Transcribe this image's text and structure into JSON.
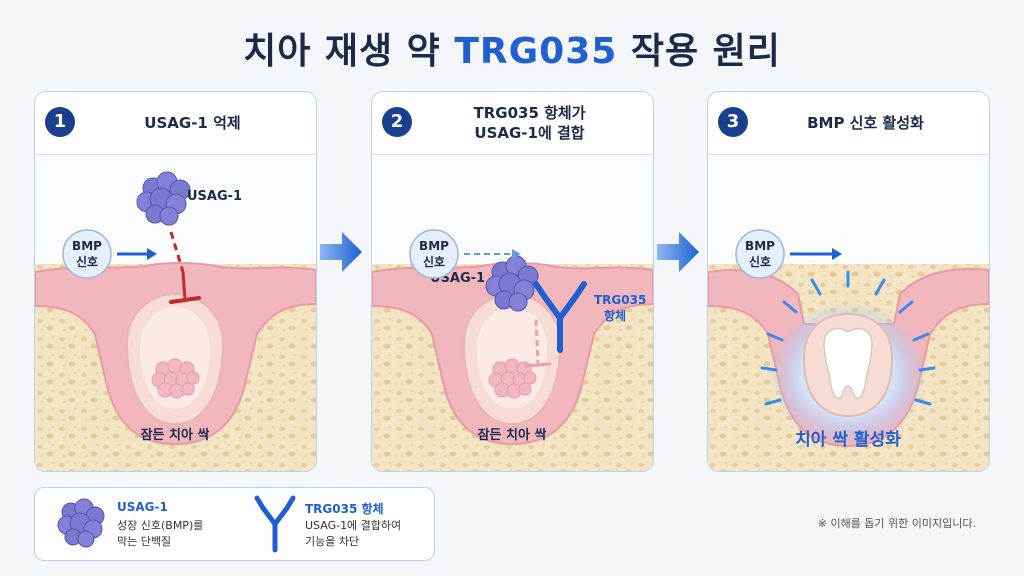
{
  "title": {
    "prefix": "치아 재생 약 ",
    "accent": "TRG035",
    "suffix": " 작용 원리"
  },
  "panels": [
    {
      "number": "1",
      "header": [
        "USAG-1 억제"
      ],
      "usag_label": "USAG-1",
      "bmp_label": [
        "BMP",
        "신호"
      ],
      "caption": "잠든 치아 싹"
    },
    {
      "number": "2",
      "header": [
        "TRG035 항체가",
        "USAG-1에 결합"
      ],
      "usag_label": "USAG-1",
      "antibody_label": [
        "TRG035",
        "항체"
      ],
      "bmp_label": [
        "BMP",
        "신호"
      ],
      "caption": "잠든 치아 싹"
    },
    {
      "number": "3",
      "header": [
        "BMP 신호 활성화"
      ],
      "bmp_label": [
        "BMP",
        "신호"
      ],
      "caption": "치아 싹 활성화"
    }
  ],
  "legend": [
    {
      "title": "USAG-1",
      "desc": [
        "성장 신호(BMP)를",
        "막는 단백질"
      ]
    },
    {
      "title": "TRG035 항체",
      "desc": [
        "USAG-1에 결합하여",
        "기능을 차단"
      ]
    }
  ],
  "note": "※ 이해를 돕기 위한 이미지입니다.",
  "colors": {
    "accent": "#1f5fd1",
    "navy": "#1b3f8f",
    "gum": "#f2b6bd",
    "bone": "#f3e4c4",
    "inhibit": "#c62828",
    "usag": "#7a78d0"
  }
}
